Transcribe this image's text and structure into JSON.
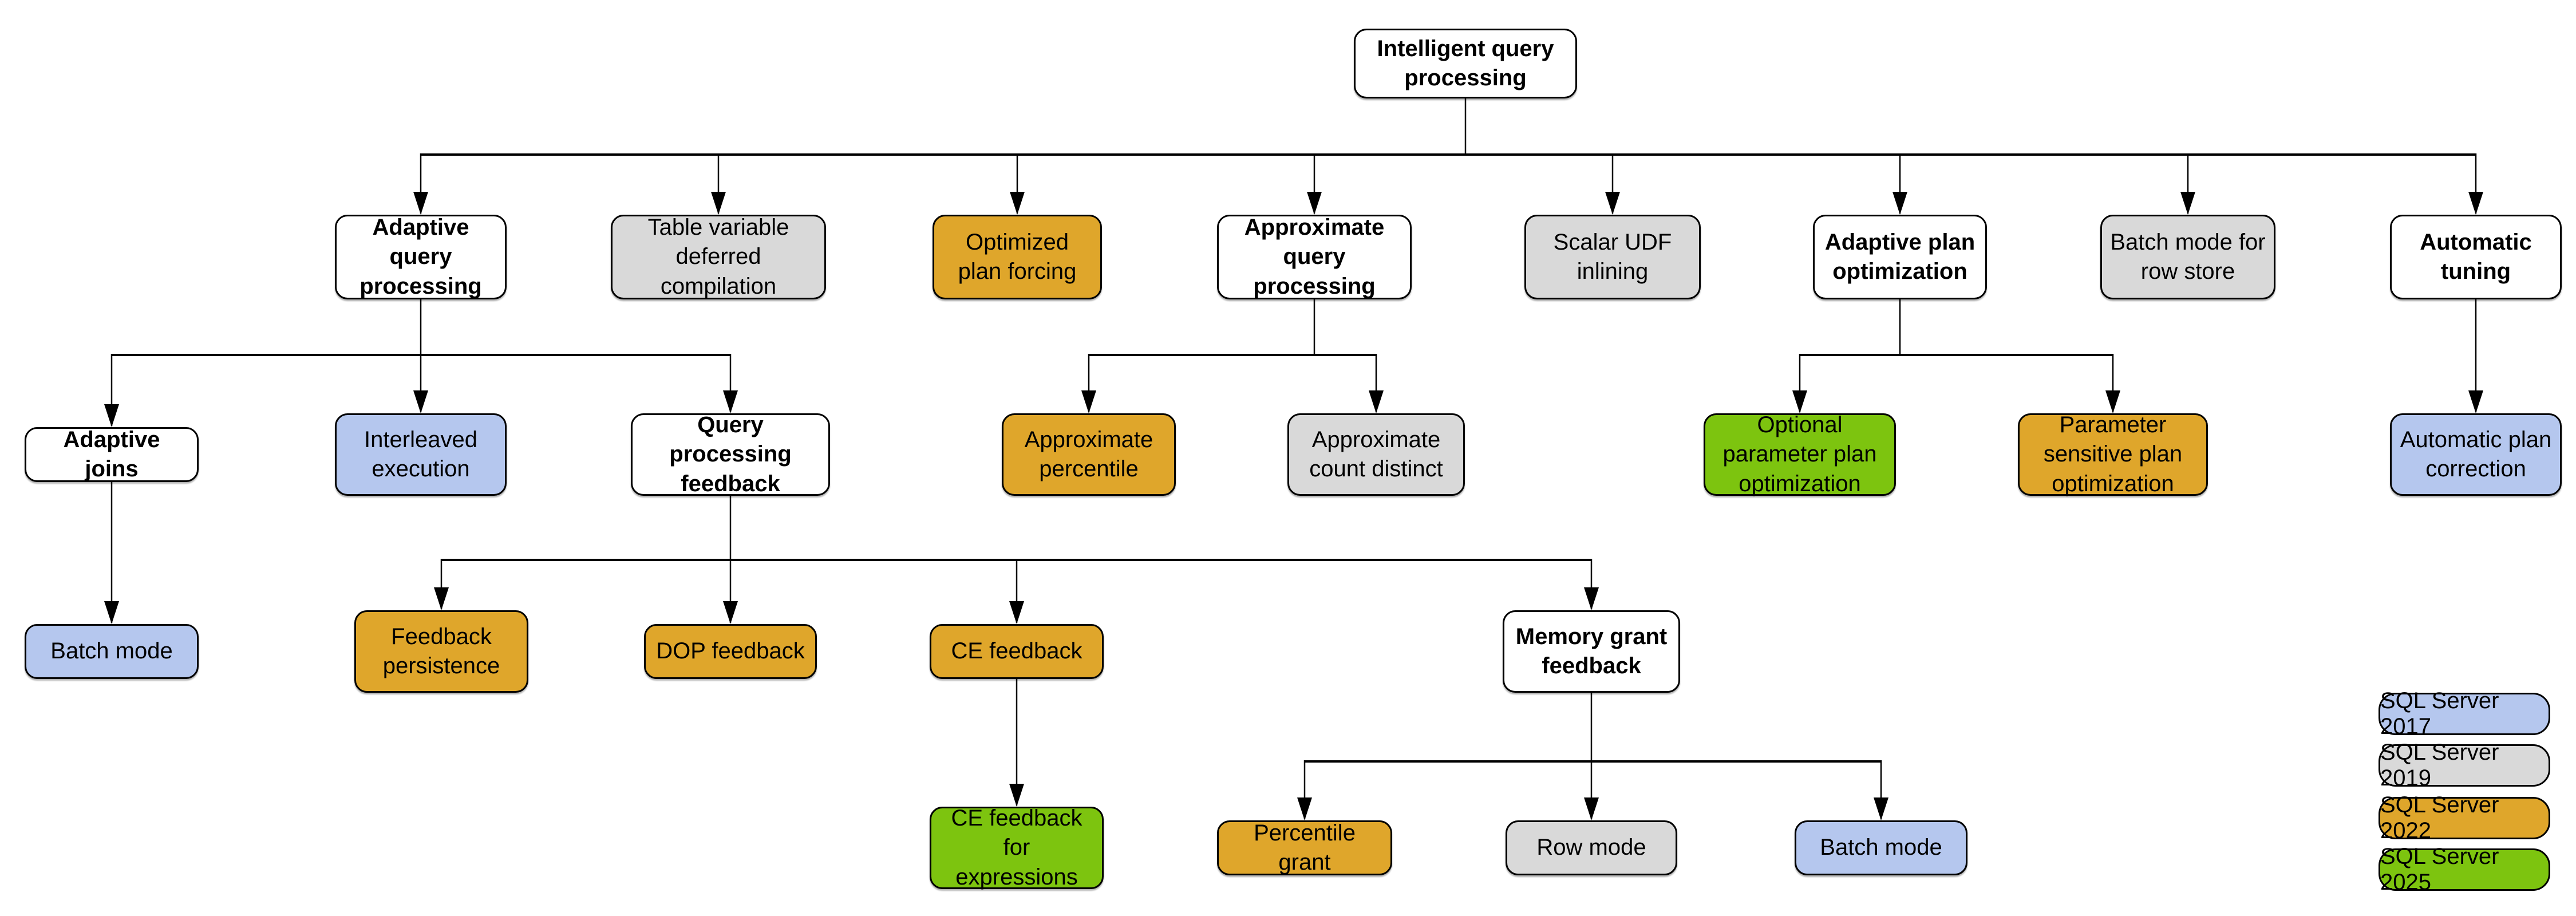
{
  "diagram_title": "Intelligent query processing feature family tree",
  "colors": {
    "sql_server_2017": "#B5C7EE",
    "sql_server_2019": "#D9D9D9",
    "sql_server_2022": "#DFA62B",
    "sql_server_2025": "#7DC40F",
    "category_box": "#FFFFFF",
    "border_and_lines": "#000000"
  },
  "nodes": [
    {
      "label": "Intelligent query processing",
      "version": "category"
    },
    {
      "label": "Adaptive query processing",
      "version": "category"
    },
    {
      "label": "Table variable deferred compilation",
      "version": "SQL Server 2019"
    },
    {
      "label": "Optimized plan forcing",
      "version": "SQL Server 2022"
    },
    {
      "label": "Approximate query processing",
      "version": "category"
    },
    {
      "label": "Scalar UDF inlining",
      "version": "SQL Server 2019"
    },
    {
      "label": "Adaptive plan optimization",
      "version": "category"
    },
    {
      "label": "Batch mode for row store",
      "version": "SQL Server 2019"
    },
    {
      "label": "Automatic tuning",
      "version": "category"
    },
    {
      "label": "Adaptive joins",
      "version": "category"
    },
    {
      "label": "Interleaved execution",
      "version": "SQL Server 2017"
    },
    {
      "label": "Query processing feedback",
      "version": "category"
    },
    {
      "label": "Approximate percentile",
      "version": "SQL Server 2022"
    },
    {
      "label": "Approximate count distinct",
      "version": "SQL Server 2019"
    },
    {
      "label": "Optional parameter plan optimization",
      "version": "SQL Server 2025"
    },
    {
      "label": "Parameter sensitive plan optimization",
      "version": "SQL Server 2022"
    },
    {
      "label": "Automatic plan correction",
      "version": "SQL Server 2017"
    },
    {
      "label": "Batch mode",
      "version": "SQL Server 2017"
    },
    {
      "label": "Feedback persistence",
      "version": "SQL Server 2022"
    },
    {
      "label": "DOP feedback",
      "version": "SQL Server 2022"
    },
    {
      "label": "CE feedback",
      "version": "SQL Server 2022"
    },
    {
      "label": "Memory grant feedback",
      "version": "category"
    },
    {
      "label": "CE feedback for expressions",
      "version": "SQL Server 2025"
    },
    {
      "label": "Percentile grant",
      "version": "SQL Server 2022"
    },
    {
      "label": "Row mode",
      "version": "SQL Server 2019"
    },
    {
      "label": "Batch mode",
      "version": "SQL Server 2017"
    }
  ],
  "legend": {
    "items": [
      {
        "label": "SQL Server 2017",
        "color": "#B5C7EE"
      },
      {
        "label": "SQL Server 2019",
        "color": "#D9D9D9"
      },
      {
        "label": "SQL Server 2022",
        "color": "#DFA62B"
      },
      {
        "label": "SQL Server 2025",
        "color": "#7DC40F"
      }
    ]
  },
  "edges": [
    "Intelligent query processing -> Adaptive query processing",
    "Intelligent query processing -> Table variable deferred compilation",
    "Intelligent query processing -> Optimized plan forcing",
    "Intelligent query processing -> Approximate query processing",
    "Intelligent query processing -> Scalar UDF inlining",
    "Intelligent query processing -> Adaptive plan optimization",
    "Intelligent query processing -> Batch mode for row store",
    "Intelligent query processing -> Automatic tuning",
    "Adaptive query processing -> Adaptive joins",
    "Adaptive query processing -> Interleaved execution",
    "Adaptive query processing -> Query processing feedback",
    "Approximate query processing -> Approximate percentile",
    "Approximate query processing -> Approximate count distinct",
    "Adaptive plan optimization -> Optional parameter plan optimization",
    "Adaptive plan optimization -> Parameter sensitive plan optimization",
    "Automatic tuning -> Automatic plan correction",
    "Adaptive joins -> Batch mode",
    "Query processing feedback -> Feedback persistence",
    "Query processing feedback -> DOP feedback",
    "Query processing feedback -> CE feedback",
    "Query processing feedback -> Memory grant feedback",
    "CE feedback -> CE feedback for expressions",
    "Memory grant feedback -> Percentile grant",
    "Memory grant feedback -> Row mode",
    "Memory grant feedback -> Batch mode"
  ]
}
